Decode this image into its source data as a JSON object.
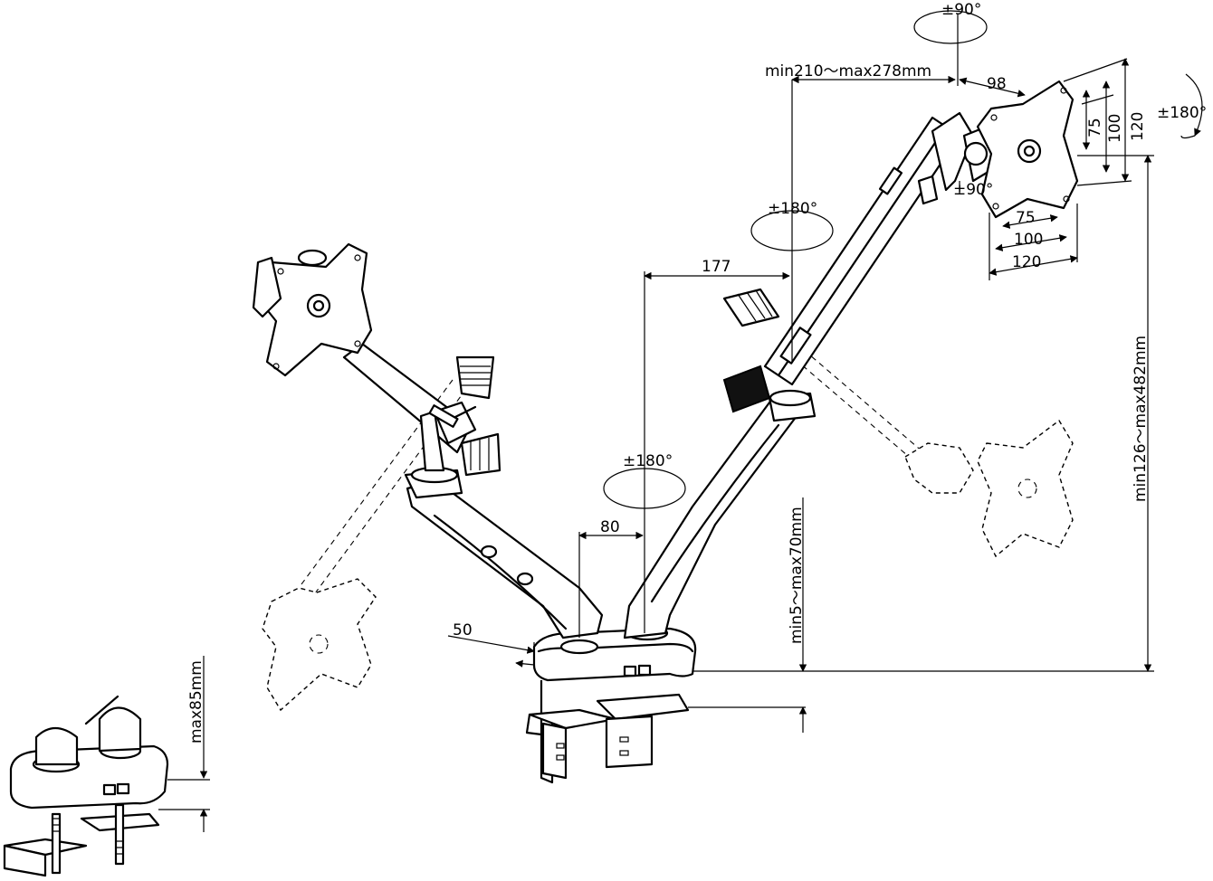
{
  "dimensions": {
    "rot_top": "±90°",
    "reach": "min210～max278mm",
    "vesa_offset": "98",
    "rot_side": "±180°",
    "vesa_v75": "75",
    "vesa_v100": "100",
    "vesa_v120": "120",
    "vesa_h75": "75",
    "vesa_h100": "100",
    "vesa_h120": "120",
    "tilt": "±90°",
    "swivel_upper": "±180°",
    "arm_offset": "177",
    "swivel_base": "±180°",
    "post_offset": "80",
    "height_range": "min126～max482mm",
    "base_height": "min5～max70mm",
    "base_edge": "50",
    "clamp_thickness": "max85mm"
  }
}
